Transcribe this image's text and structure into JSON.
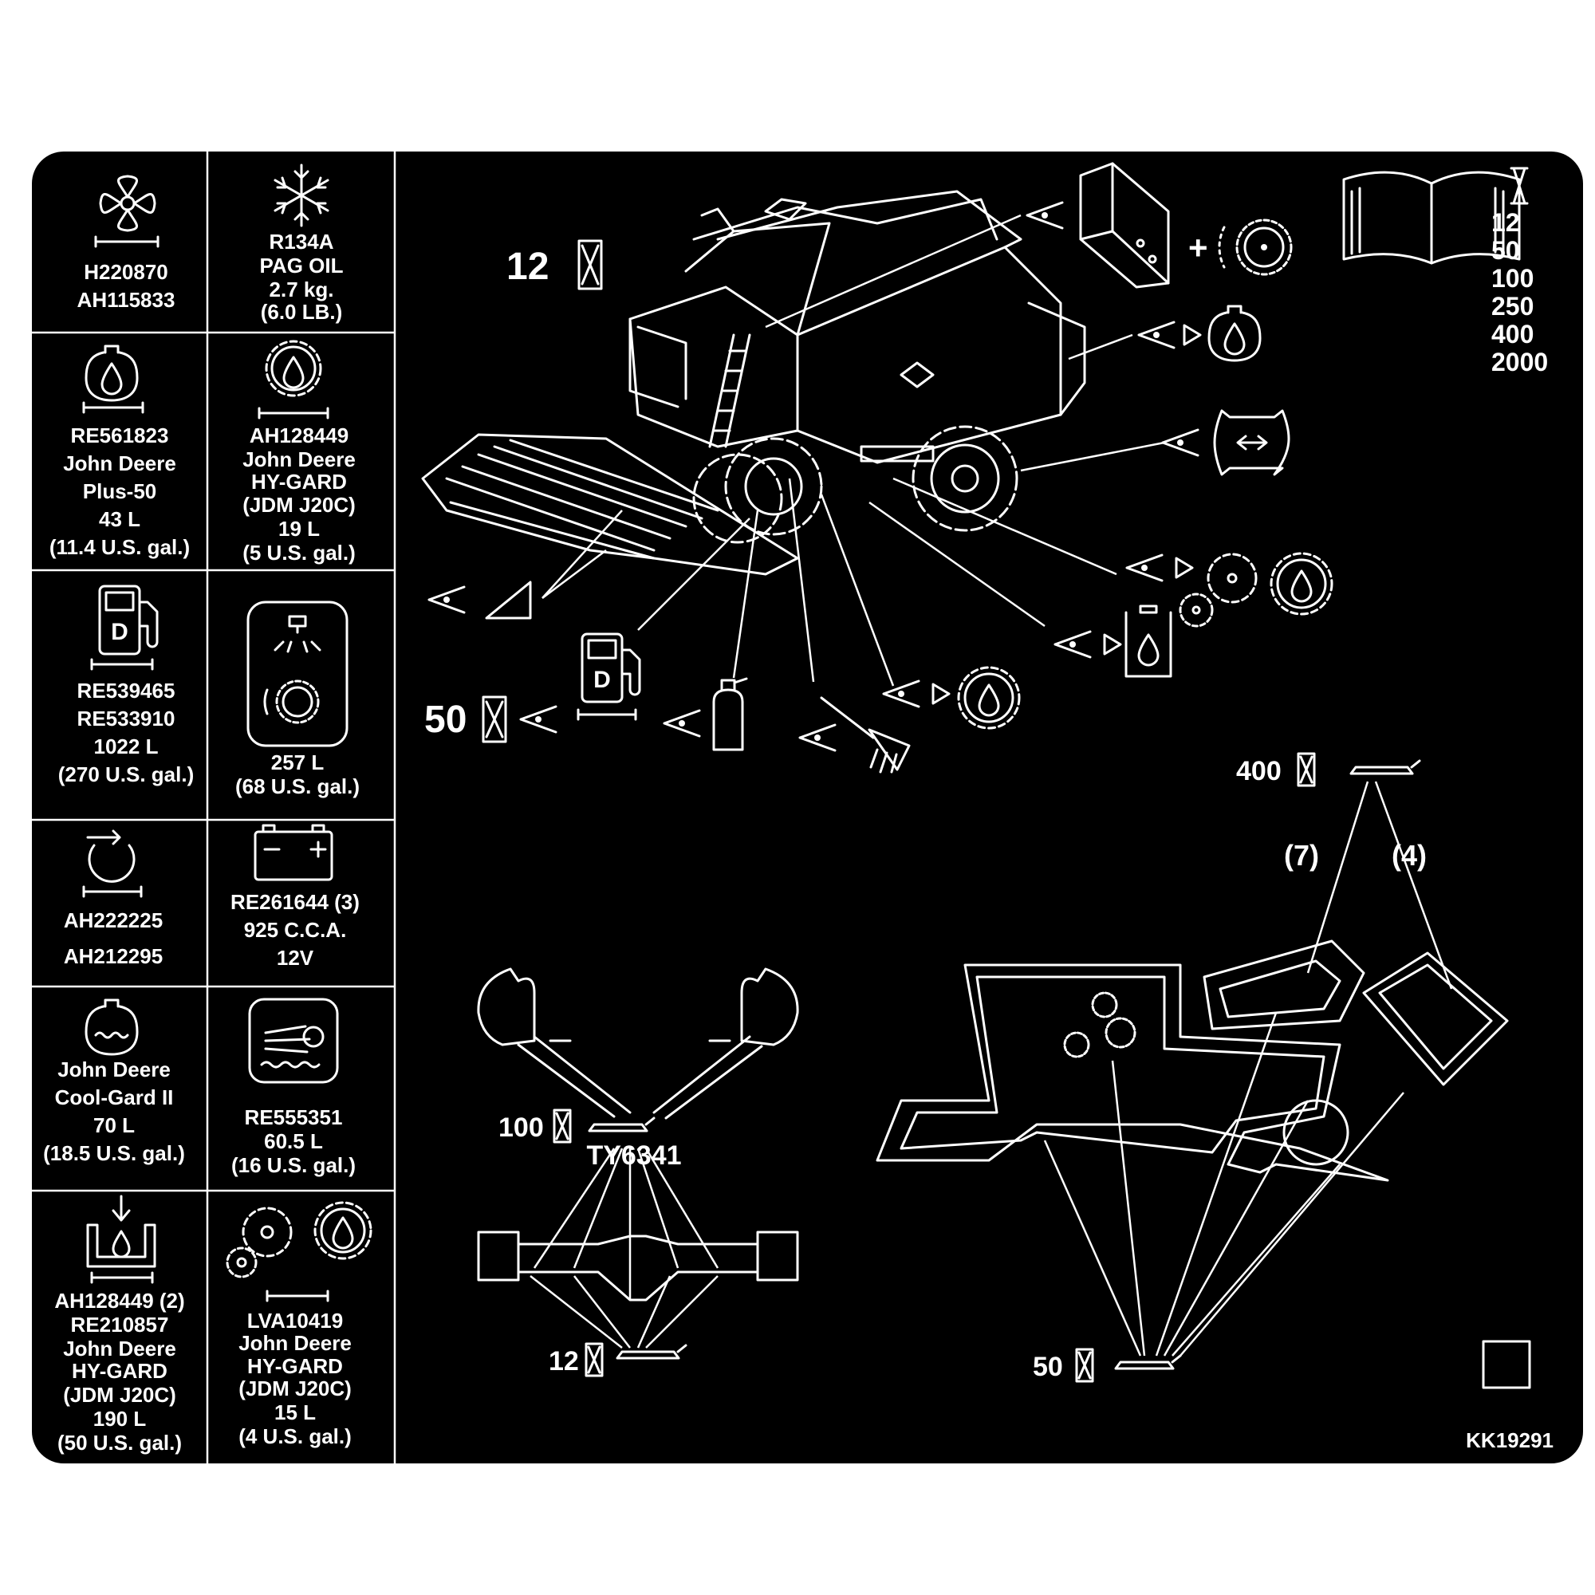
{
  "colors": {
    "background": "#000000",
    "foreground": "#ffffff",
    "page": "#ffffff"
  },
  "cells": [
    {
      "id": "cab-filter",
      "icon": "fan-filter-icon",
      "lines": [
        "H220870",
        "AH115833"
      ]
    },
    {
      "id": "refrigerant",
      "icon": "snowflake-icon",
      "lines": [
        "R134A",
        "PAG OIL",
        "2.7 kg.",
        "(6.0 LB.)"
      ]
    },
    {
      "id": "engine-oil",
      "icon": "oil-drop-icon",
      "lines": [
        "RE561823",
        "John Deere",
        "Plus-50",
        "43 L",
        "(11.4 U.S. gal.)"
      ]
    },
    {
      "id": "hydraulic-oil",
      "icon": "gear-oil-drop-icon",
      "lines": [
        "AH128449",
        "John Deere",
        "HY-GARD",
        "(JDM J20C)",
        "19 L",
        "(5 U.S. gal.)"
      ]
    },
    {
      "id": "fuel",
      "icon": "fuel-pump-icon",
      "lines": [
        "RE539465",
        "RE533910",
        "1022 L",
        "(270 U.S. gal.)"
      ]
    },
    {
      "id": "water-tank",
      "icon": "spray-tank-icon",
      "lines": [
        "257 L",
        "(68 U.S. gal.)"
      ]
    },
    {
      "id": "air-filter",
      "icon": "air-filter-icon",
      "lines": [
        "AH222225",
        "AH212295"
      ]
    },
    {
      "id": "battery",
      "icon": "battery-icon",
      "lines": [
        "RE261644 (3)",
        "925 C.C.A.",
        "12V"
      ]
    },
    {
      "id": "coolant",
      "icon": "coolant-icon",
      "lines": [
        "John Deere",
        "Cool-Gard II",
        "70 L",
        "(18.5 U.S. gal.)"
      ]
    },
    {
      "id": "cleaning-fluid",
      "icon": "washer-tank-icon",
      "lines": [
        "RE555351",
        "60.5 L",
        "(16 U.S. gal.)"
      ]
    },
    {
      "id": "transmission",
      "icon": "filter-drop-icon",
      "lines": [
        "AH128449 (2)",
        "RE210857",
        "John Deere",
        "HY-GARD",
        "(JDM J20C)",
        "190 L",
        "(50 U.S. gal.)"
      ]
    },
    {
      "id": "gearcase",
      "icon": "gearbox-drop-icon",
      "lines": [
        "LVA10419",
        "John Deere",
        "HY-GARD",
        "(JDM J20C)",
        "15 L",
        "(4 U.S. gal.)"
      ]
    }
  ],
  "intervals": {
    "main_12": "12",
    "main_50": "50",
    "manual_list": [
      "12",
      "50",
      "100",
      "250",
      "400",
      "2000"
    ],
    "axle_100": "100",
    "axle_12": "12",
    "frame_400": "400",
    "frame_50": "50"
  },
  "callouts": {
    "left_count": "(7)",
    "right_count": "(4)",
    "grease_part": "TY6341"
  },
  "decal_id": "KK19291"
}
